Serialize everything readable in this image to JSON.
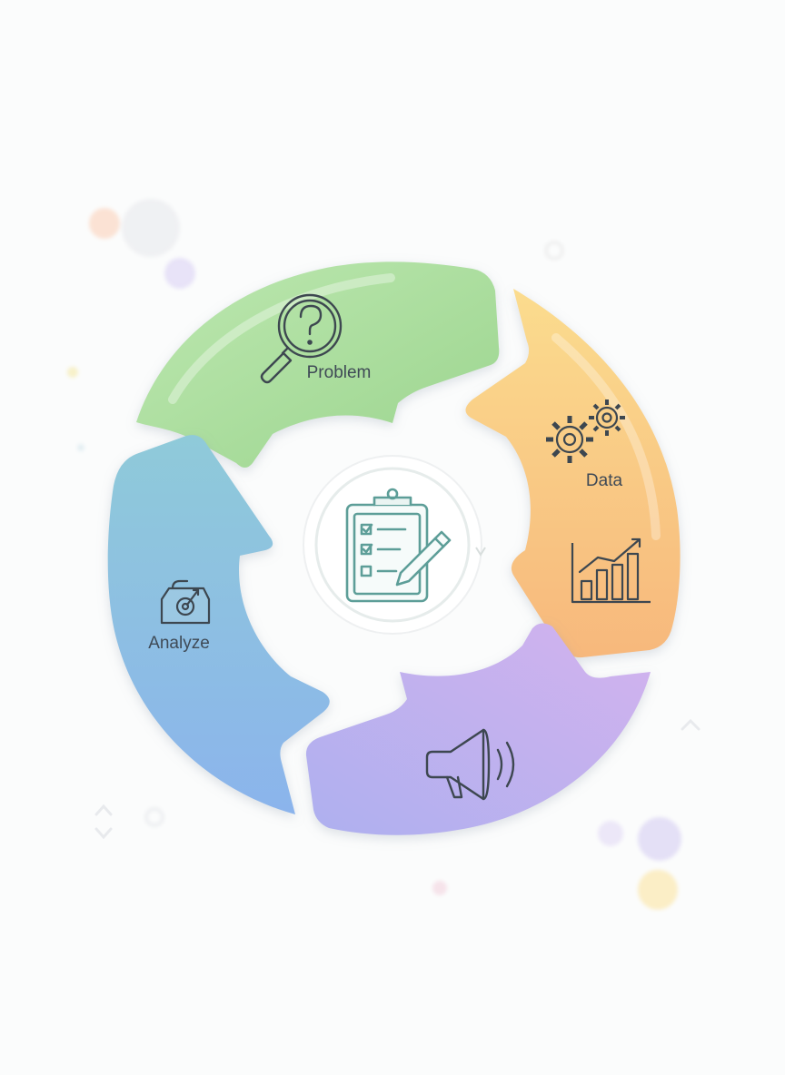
{
  "diagram": {
    "type": "cycle",
    "steps": [
      {
        "label": "Problem",
        "icon": "magnifier-question-icon",
        "color": "#a6dc9a"
      },
      {
        "label": "Data",
        "icon": "gears-bar-chart-icon",
        "color": "#f9cf86"
      },
      {
        "label": "",
        "icon": "megaphone-icon",
        "color": "#c3b1ef"
      },
      {
        "label": "Analyze",
        "icon": "target-bag-icon",
        "color": "#93c6e6"
      }
    ],
    "center_icon": "clipboard-checklist-icon"
  },
  "colors": {
    "green": "#a6dc9a",
    "orange": "#f9c47e",
    "purple": "#c2aeee",
    "blue": "#8cc3e5",
    "icon_stroke": "#3d4750",
    "center_stroke": "#5fa9a0"
  }
}
